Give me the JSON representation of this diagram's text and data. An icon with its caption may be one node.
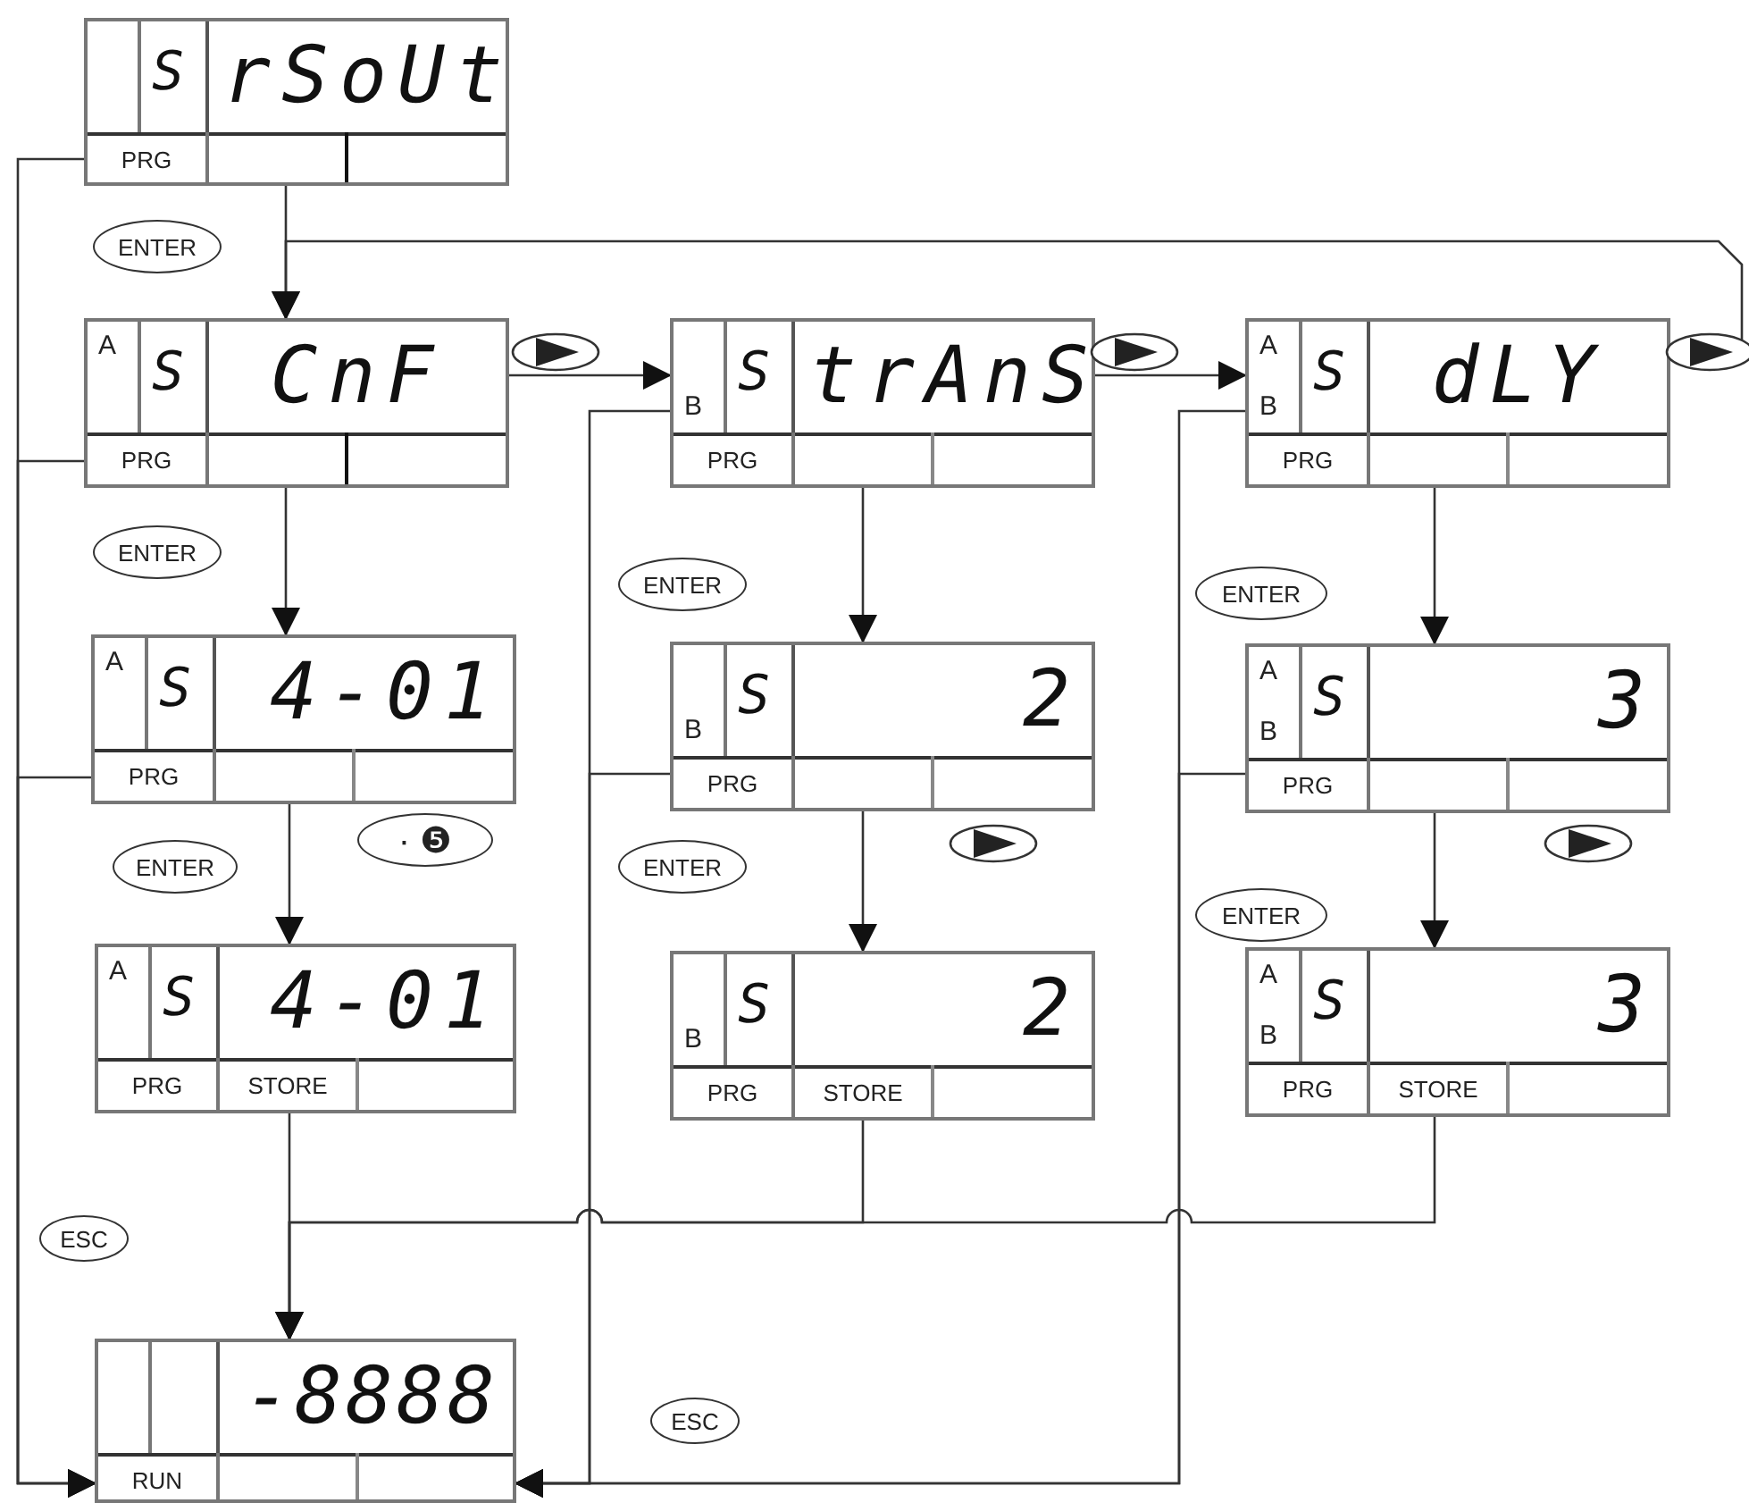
{
  "diagram": {
    "nodes": [
      {
        "text": [
          "S",
          "rSoUt",
          "PRG"
        ]
      },
      {
        "text": [
          "A",
          "S",
          "CnF",
          "PRG"
        ]
      },
      {
        "text": [
          "A",
          "S",
          "4-01",
          "PRG"
        ]
      },
      {
        "text": [
          "A",
          "S",
          "4-01",
          "PRG",
          "STORE"
        ]
      },
      {
        "text": [
          "B",
          "S",
          "trAnS",
          "PRG"
        ]
      },
      {
        "text": [
          "B",
          "S",
          "2",
          "PRG"
        ]
      },
      {
        "text": [
          "B",
          "S",
          "2",
          "PRG",
          "STORE"
        ]
      },
      {
        "text": [
          "A",
          "B",
          "S",
          "dLY",
          "PRG"
        ]
      },
      {
        "text": [
          "A",
          "B",
          "S",
          "3",
          "PRG"
        ]
      },
      {
        "text": [
          "A",
          "B",
          "S",
          "3",
          "PRG",
          "STORE"
        ]
      },
      {
        "text": [
          "-8888",
          "RUN"
        ]
      }
    ],
    "edges": [
      {
        "from": 0,
        "to": 1,
        "arrow": "to"
      },
      {
        "from": 1,
        "to": 2,
        "arrow": "to"
      },
      {
        "from": 2,
        "to": 3,
        "arrow": "to"
      },
      {
        "from": 1,
        "to": 4,
        "arrow": "to"
      },
      {
        "from": 4,
        "to": 7,
        "arrow": "to"
      },
      {
        "from": 7,
        "to": 1,
        "arrow": "to"
      },
      {
        "from": 4,
        "to": 5,
        "arrow": "to"
      },
      {
        "from": 5,
        "to": 6,
        "arrow": "to"
      },
      {
        "from": 7,
        "to": 8,
        "arrow": "to"
      },
      {
        "from": 8,
        "to": 9,
        "arrow": "to"
      },
      {
        "from": 0,
        "to": 10,
        "arrow": "to"
      },
      {
        "from": 1,
        "to": 10,
        "arrow": "to"
      },
      {
        "from": 2,
        "to": 10,
        "arrow": "to"
      },
      {
        "from": 4,
        "to": 10,
        "arrow": "to"
      },
      {
        "from": 5,
        "to": 10,
        "arrow": "to"
      },
      {
        "from": 7,
        "to": 10,
        "arrow": "to"
      },
      {
        "from": 8,
        "to": 10,
        "arrow": "to"
      },
      {
        "from": 3,
        "to": 10,
        "arrow": "to"
      },
      {
        "from": 6,
        "to": 10,
        "arrow": "to"
      },
      {
        "from": 9,
        "to": 10,
        "arrow": "to"
      }
    ],
    "labels": [
      "ENTER",
      "ENTER",
      "ENTER",
      "ENTER",
      "ENTER",
      "· ❺",
      "ENTER",
      "ENTER",
      "ESC",
      "ESC"
    ]
  }
}
